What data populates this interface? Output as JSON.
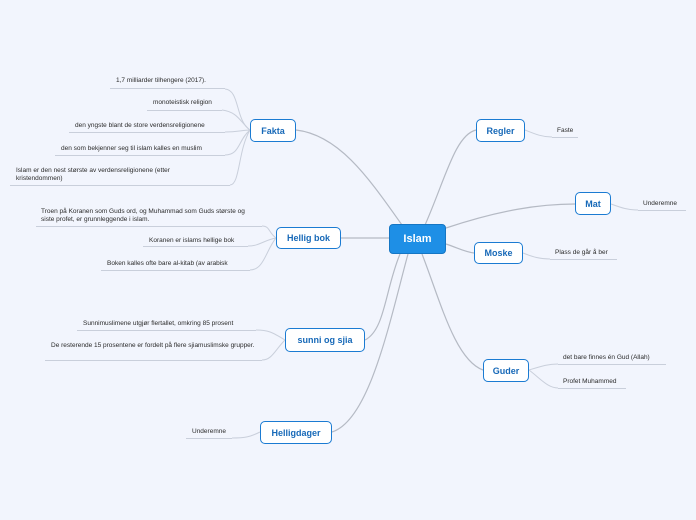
{
  "root": {
    "label": "Islam"
  },
  "colors": {
    "accent": "#1e8fe6",
    "border": "#1b7bd2",
    "line": "#b5bac4",
    "background": "#f2f5fd"
  },
  "branches": {
    "fakta": {
      "label": "Fakta",
      "items": [
        "1,7 milliarder tilhengere (2017).",
        "monoteistisk religion",
        "den yngste blant de store verdensreligionene",
        "den som bekjenner seg til islam kalles en muslim",
        "Islam er den nest største av verdensreligionene (etter kristendommen)"
      ]
    },
    "hellig_bok": {
      "label": "Hellig bok",
      "items": [
        "Troen på Koranen som Guds ord, og Muhammad som Guds største og siste profet, er grunnleggende i islam.",
        "Koranen er islams hellige bok",
        "Boken kalles ofte bare al-kitab (av arabisk"
      ]
    },
    "sunni": {
      "label": "sunni og sjia",
      "items": [
        "Sunnimuslimene utgjør flertallet, omkring 85 prosent",
        "De resterende 15 prosentene er fordelt på flere sjiamuslimske grupper."
      ]
    },
    "helligdager": {
      "label": "Helligdager",
      "items": [
        "Underemne"
      ]
    },
    "regler": {
      "label": "Regler",
      "items": [
        "Faste"
      ]
    },
    "mat": {
      "label": "Mat",
      "items": [
        "Underemne"
      ]
    },
    "moske": {
      "label": "Moske",
      "items": [
        "Plass de går å ber"
      ]
    },
    "guder": {
      "label": "Guder",
      "items": [
        "det bare finnes én Gud (Allah)",
        "Profet Muhammed"
      ]
    }
  }
}
